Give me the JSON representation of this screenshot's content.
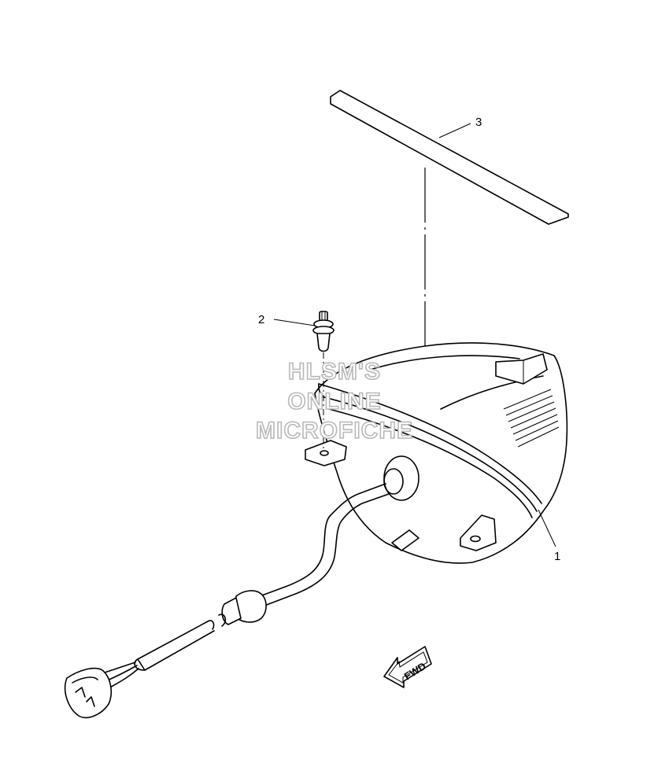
{
  "callouts": [
    {
      "label": "1"
    },
    {
      "label": "2"
    },
    {
      "label": "3"
    }
  ],
  "watermark": {
    "line1": "HLSM'S",
    "line2": "ONLINE",
    "line3": "MICROFICHE"
  },
  "direction_arrow": {
    "label": "FWD"
  },
  "colors": {
    "ink": "#000000",
    "paper": "#ffffff",
    "watermark": "#b8b8b8"
  }
}
